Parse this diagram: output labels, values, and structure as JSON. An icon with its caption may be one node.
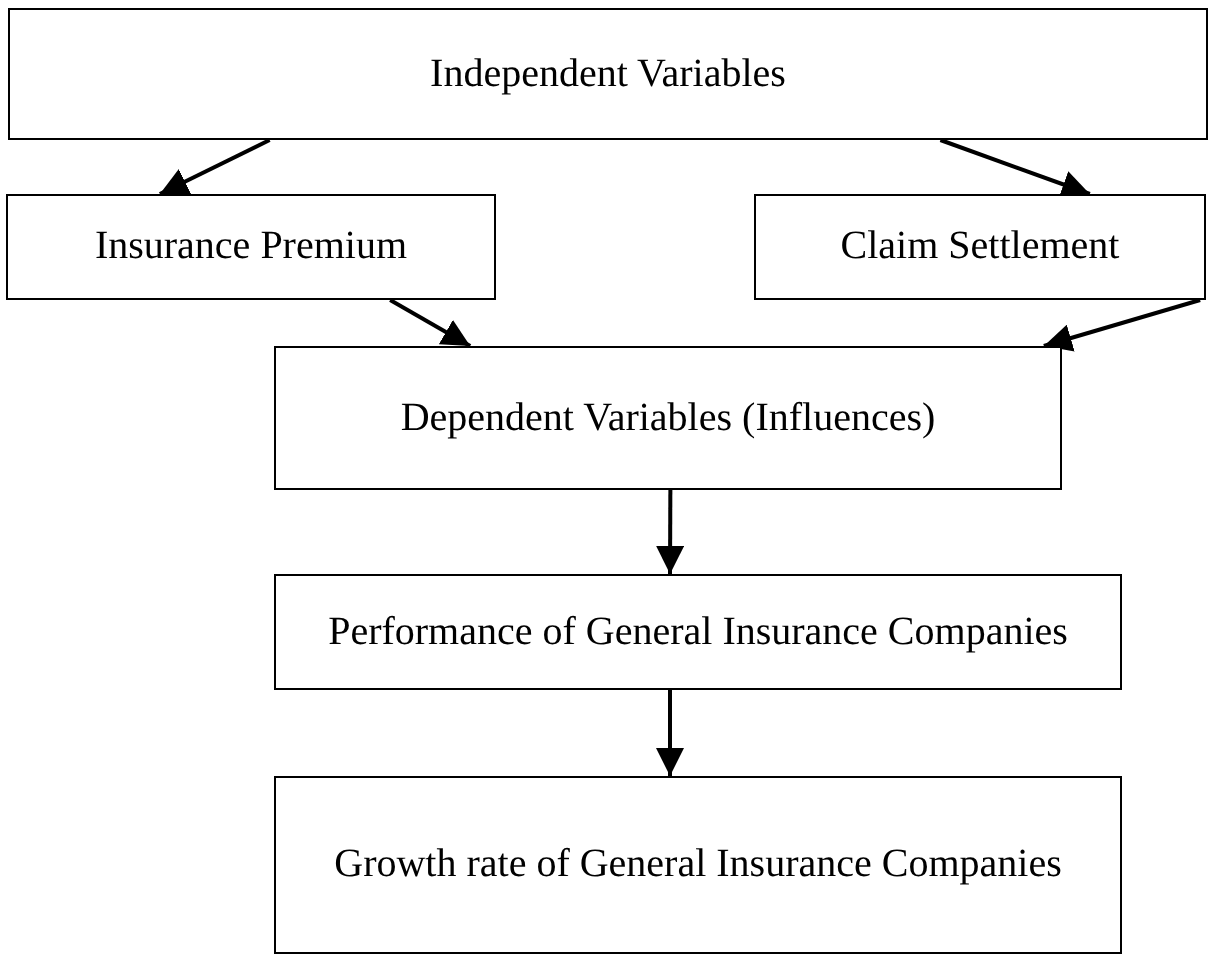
{
  "diagram": {
    "nodes": [
      {
        "text": [
          "Independent Variables"
        ]
      },
      {
        "text": [
          "Insurance Premium"
        ]
      },
      {
        "text": [
          "Claim Settlement"
        ]
      },
      {
        "text": [
          "Dependent Variables (Influences)"
        ]
      },
      {
        "text": [
          "Performance of General Insurance Companies"
        ]
      },
      {
        "text": [
          "Growth rate of General Insurance Companies"
        ]
      }
    ],
    "edges": [
      {
        "from": 0,
        "to": 1,
        "arrow": "to"
      },
      {
        "from": 0,
        "to": 2,
        "arrow": "to"
      },
      {
        "from": 1,
        "to": 3,
        "arrow": "to"
      },
      {
        "from": 2,
        "to": 3,
        "arrow": "to"
      },
      {
        "from": 3,
        "to": 4,
        "arrow": "to"
      },
      {
        "from": 4,
        "to": 5,
        "arrow": "to"
      }
    ]
  }
}
